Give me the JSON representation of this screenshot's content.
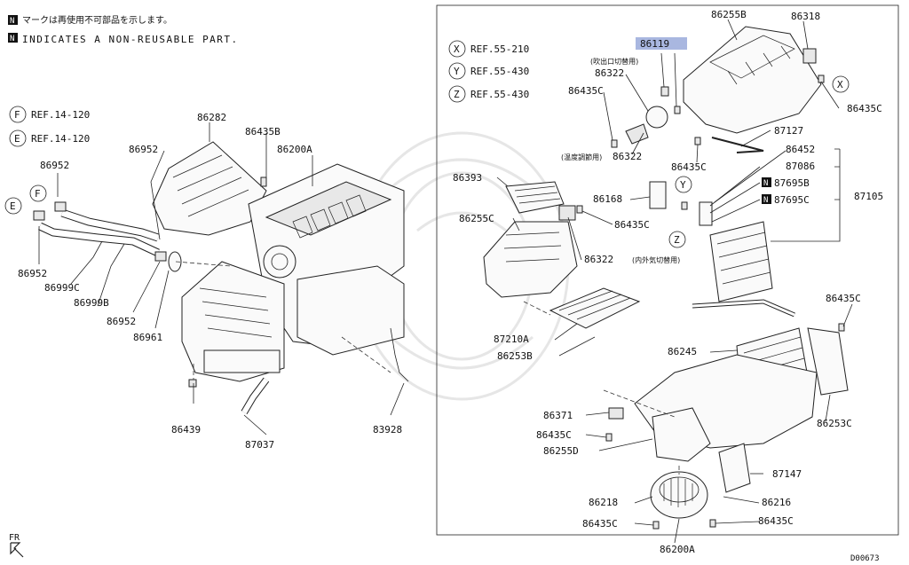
{
  "header": {
    "notice_jp": "マークは再使用不可部品を示します。",
    "notice_en": "INDICATES A NON-REUSABLE PART.",
    "badge": "N"
  },
  "left_refs": [
    {
      "letter": "F",
      "text": "REF.14-120"
    },
    {
      "letter": "E",
      "text": "REF.14-120"
    }
  ],
  "right_refs": [
    {
      "letter": "X",
      "text": "REF.55-210"
    },
    {
      "letter": "Y",
      "text": "REF.55-430"
    },
    {
      "letter": "Z",
      "text": "REF.55-430"
    }
  ],
  "callouts": {
    "l_86282": "86282",
    "l_86435b": "86435B",
    "l_86200a": "86200A",
    "l_86952a": "86952",
    "l_86952b": "86952",
    "l_86952c": "86952",
    "l_86952d": "86952",
    "l_86999c": "86999C",
    "l_86999b": "86999B",
    "l_86961": "86961",
    "l_86439": "86439",
    "l_87037": "87037",
    "l_83928": "83928",
    "l_f": "F",
    "l_e": "E",
    "r_86255b": "86255B",
    "r_86318": "86318",
    "r_86119": "86119",
    "r_outlet_note": "(吹出口切替用)",
    "r_86322a": "86322",
    "r_86435c_a": "86435C",
    "r_x": "X",
    "r_86435c_b": "86435C",
    "r_87127": "87127",
    "r_temp_note": "(温度調節用)",
    "r_86322b": "86322",
    "r_86435c_c": "86435C",
    "r_86452": "86452",
    "r_87086": "87086",
    "r_87695b": "87695B",
    "r_87695c": "87695C",
    "r_87105": "87105",
    "r_86393": "86393",
    "r_86168": "86168",
    "r_86435c_d": "86435C",
    "r_y": "Y",
    "r_86255c": "86255C",
    "r_86322c": "86322",
    "r_air_note": "(内外気切替用)",
    "r_z": "Z",
    "r_87210a": "87210A",
    "r_86253b": "86253B",
    "r_86435c_e": "86435C",
    "r_86245": "86245",
    "r_86371": "86371",
    "r_86435c_f": "86435C",
    "r_86255d": "86255D",
    "r_86253c": "86253C",
    "r_87147": "87147",
    "r_86218": "86218",
    "r_86216": "86216",
    "r_86435c_g": "86435C",
    "r_86435c_h": "86435C",
    "r_86200a": "86200A"
  },
  "footer": {
    "fr_label": "FR",
    "diagram_code": "D00673"
  },
  "colors": {
    "highlight": "#a9b7e0",
    "ink": "#111111",
    "watermark": "#e6e6e6"
  }
}
